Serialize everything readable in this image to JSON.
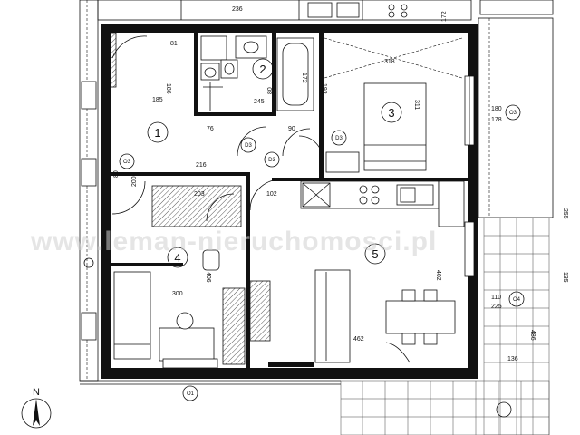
{
  "watermark": "www.leman-nieruchomosci.pl",
  "north_label": "N",
  "rooms": [
    {
      "number": "1"
    },
    {
      "number": "2"
    },
    {
      "number": "3"
    },
    {
      "number": "4"
    },
    {
      "number": "5"
    }
  ],
  "dimensions": [
    "185",
    "216",
    "203",
    "102",
    "300",
    "76",
    "90",
    "245",
    "186",
    "81",
    "193",
    "172",
    "80",
    "200",
    "311",
    "318",
    "406",
    "402",
    "462",
    "180",
    "110",
    "178",
    "225",
    "136",
    "486",
    "255",
    "135",
    "236",
    "172",
    "26",
    "80"
  ],
  "door_tags": [
    "D3",
    "D3",
    "D3",
    "O3",
    "O3",
    "O4",
    "O1"
  ]
}
